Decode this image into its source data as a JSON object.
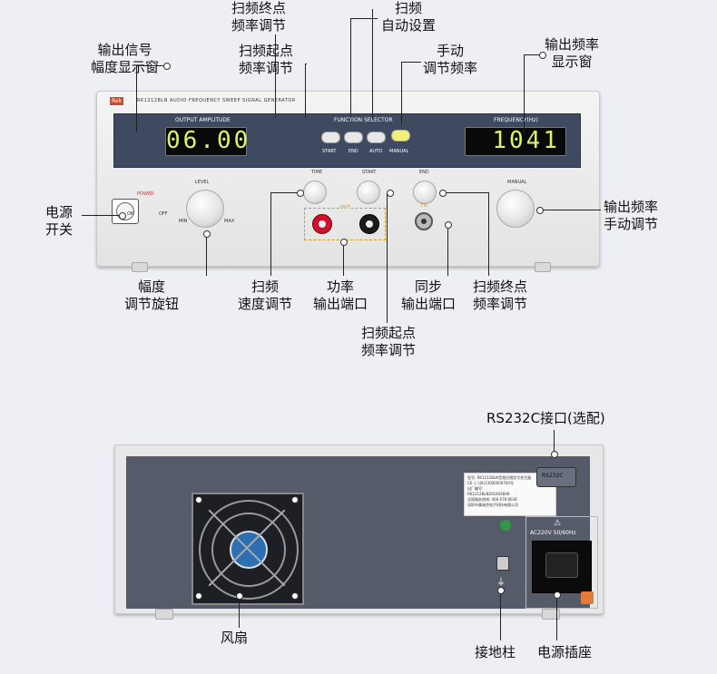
{
  "device_front": {
    "brand": "Rek",
    "model": "RK1212BLN AUDIO FREQUENCY SWEEP SIGNAL GENERATOR",
    "panel": {
      "output_amplitude": "OUTPUT AMPLITUDE",
      "function_selector": "FUNCTION SELECTOR",
      "frequency_hz": "FREQUENCY(Hz)",
      "key_start": "START",
      "key_end": "END",
      "key_auto": "AUTO",
      "key_manual": "MANUAL"
    },
    "amplitude_display": "06.00",
    "frequency_display": "1041",
    "power": "POWER",
    "on": "ON",
    "off": "OFF",
    "level": "LEVEL",
    "min": "MIN",
    "max": "MAX",
    "time": "TIME",
    "start": "START",
    "end": "END",
    "out": "OUT",
    "ttl": "TTL",
    "manual": "MANUAL",
    "colors": {
      "lcd_text": "#d8f46b",
      "panel_blue": "#3f4a60",
      "red_terminal": "#d0112b"
    }
  },
  "device_back": {
    "label_lines": [
      "型号: RK1212BLN音频扫频信号发生器",
      "CE ⓔ  (苏)13000000704号",
      "出厂编号:",
      "RK1212BLN201404849",
      "全国服务热线: 400 678 8038",
      "深圳市美瑞克电子科技有限公司"
    ],
    "rs232c": "RS232C",
    "power_rating": "AC220V 50/60Hz"
  },
  "annotations": {
    "sweep_end": [
      "扫频终点",
      "频率调节"
    ],
    "sweep_auto": [
      "扫频",
      "自动设置"
    ],
    "output_amp_window": [
      "输出信号",
      "幅度显示窗"
    ],
    "sweep_start_top": [
      "扫频起点",
      "频率调节"
    ],
    "manual_freq": [
      "手动",
      "调节频率"
    ],
    "freq_window": [
      "输出频率",
      "显示窗"
    ],
    "power_switch": [
      "电源",
      "开关"
    ],
    "manual_freq_knob": [
      "输出频率",
      "手动调节"
    ],
    "amp_knob": [
      "幅度",
      "调节旋钮"
    ],
    "sweep_speed": [
      "扫频",
      "速度调节"
    ],
    "power_out": [
      "功率",
      "输出端口"
    ],
    "sync_out": [
      "同步",
      "输出端口"
    ],
    "sweep_end_bottom": [
      "扫频终点",
      "频率调节"
    ],
    "sweep_start_bottom": [
      "扫频起点",
      "频率调节"
    ],
    "rs232c_port": "RS232C接口(选配)",
    "fan": "风扇",
    "ground_post": "接地柱",
    "power_socket": "电源插座"
  }
}
